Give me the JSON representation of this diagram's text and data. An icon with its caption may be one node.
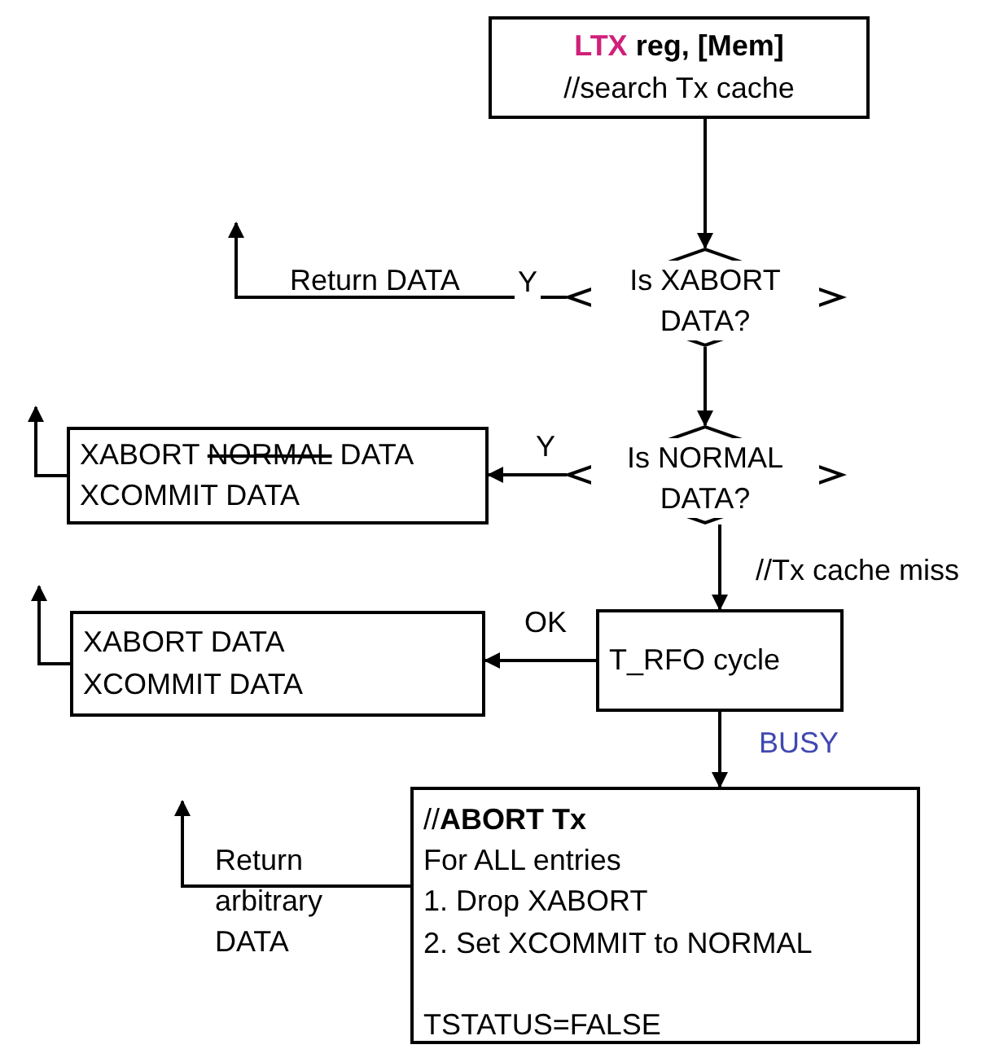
{
  "diagram": {
    "nodes": [
      {
        "text": [
          "LTX reg, [Mem]",
          "//search Tx cache"
        ]
      },
      {
        "text": [
          "Is XABORT DATA?"
        ]
      },
      {
        "text": [
          "Is NORMAL DATA?"
        ]
      },
      {
        "text": [
          "XABORT NORMAL DATA",
          "XCOMMIT DATA"
        ]
      },
      {
        "text": [
          "XABORT DATA",
          "XCOMMIT DATA"
        ]
      },
      {
        "text": [
          "T_RFO cycle"
        ]
      },
      {
        "text": [
          "//**ABORT Tx**",
          "For ALL entries",
          "1. Drop XABORT",
          "2. Set XCOMMIT to NORMAL",
          "TSTATUS=FALSE"
        ]
      }
    ],
    "edges": [
      {
        "from": 0,
        "to": 1,
        "arrow": "to"
      },
      {
        "from": 1,
        "to": null,
        "arrow": "to",
        "label": "Y"
      },
      {
        "from": 1,
        "to": 2,
        "arrow": "to"
      },
      {
        "from": 2,
        "to": 3,
        "arrow": "to",
        "label": "Y"
      },
      {
        "from": 3,
        "to": null,
        "arrow": "to"
      },
      {
        "from": 2,
        "to": 5,
        "arrow": "to",
        "label": "//Tx cache miss"
      },
      {
        "from": 5,
        "to": 4,
        "arrow": "to",
        "label": "OK"
      },
      {
        "from": 4,
        "to": null,
        "arrow": "to"
      },
      {
        "from": 5,
        "to": 6,
        "arrow": "to",
        "label": "BUSY"
      },
      {
        "from": 6,
        "to": null,
        "arrow": "to"
      }
    ],
    "labels": [
      "Return DATA",
      "Return arbitrary DATA"
    ]
  }
}
